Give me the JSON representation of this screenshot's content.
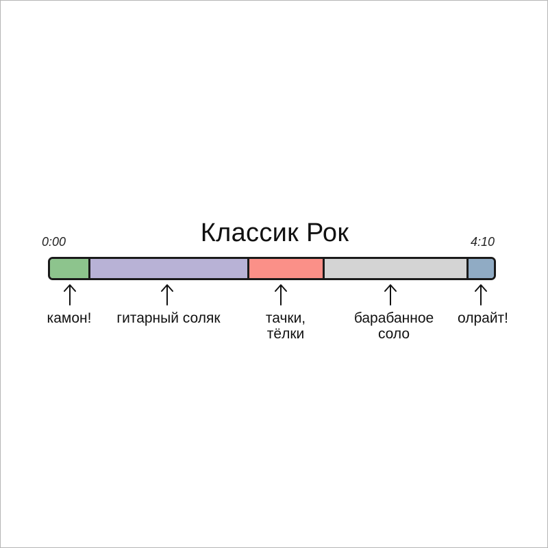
{
  "title": "Классик Рок",
  "time_start": "0:00",
  "time_end": "4:10",
  "segments": [
    {
      "id": "intro",
      "color": "#8dc48d",
      "label_lines": [
        "камон!"
      ],
      "arrow_icon": "up-arrow-icon"
    },
    {
      "id": "guitar",
      "color": "#b8b2d6",
      "label_lines": [
        "гитарный соляк"
      ],
      "arrow_icon": "up-arrow-icon"
    },
    {
      "id": "cars",
      "color": "#fb9088",
      "label_lines": [
        "тачки,",
        "тёлки"
      ],
      "arrow_icon": "up-arrow-icon"
    },
    {
      "id": "drums",
      "color": "#d4d4d4",
      "label_lines": [
        "барабанное",
        "соло"
      ],
      "arrow_icon": "up-arrow-icon"
    },
    {
      "id": "outro",
      "color": "#90abc4",
      "label_lines": [
        "олрайт!"
      ],
      "arrow_icon": "up-arrow-icon"
    }
  ]
}
